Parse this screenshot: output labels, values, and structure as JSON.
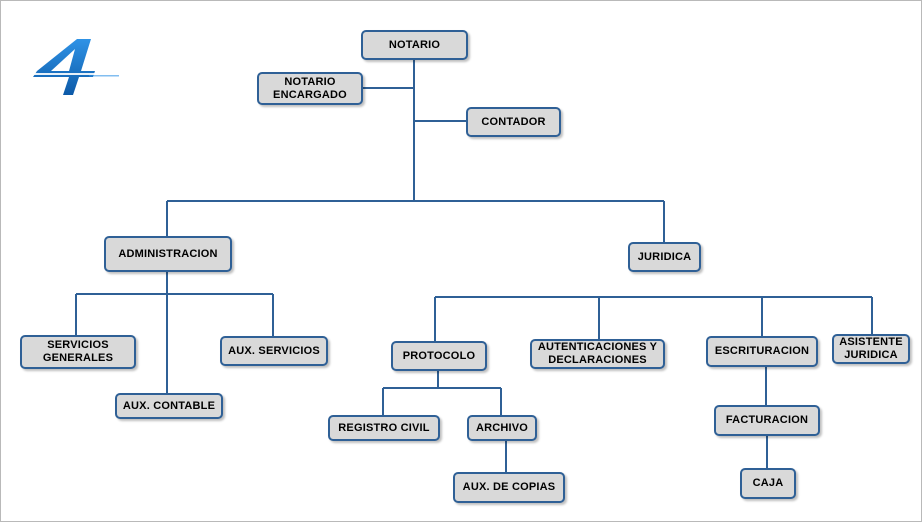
{
  "colors": {
    "line": "#2f6096",
    "box_fill": "#d9d9d9",
    "box_border": "#2f6096",
    "logo": "#1f7fd0"
  },
  "logo": {
    "icon": "number-4-logo",
    "text": "4"
  },
  "nodes": {
    "notario": "NOTARIO",
    "notario_encargado": "NOTARIO ENCARGADO",
    "contador": "CONTADOR",
    "administracion": "ADMINISTRACION",
    "juridica": "JURIDICA",
    "servicios_generales": "SERVICIOS GENERALES",
    "aux_contable": "AUX. CONTABLE",
    "aux_servicios": "AUX. SERVICIOS",
    "protocolo": "PROTOCOLO",
    "registro_civil": "REGISTRO CIVIL",
    "archivo": "ARCHIVO",
    "aux_copias": "AUX. DE COPIAS",
    "autenticaciones": "AUTENTICACIONES Y DECLARACIONES",
    "escrituracion": "ESCRITURACION",
    "facturacion": "FACTURACION",
    "caja": "CAJA",
    "asistente_juridica": "ASISTENTE JURIDICA"
  }
}
